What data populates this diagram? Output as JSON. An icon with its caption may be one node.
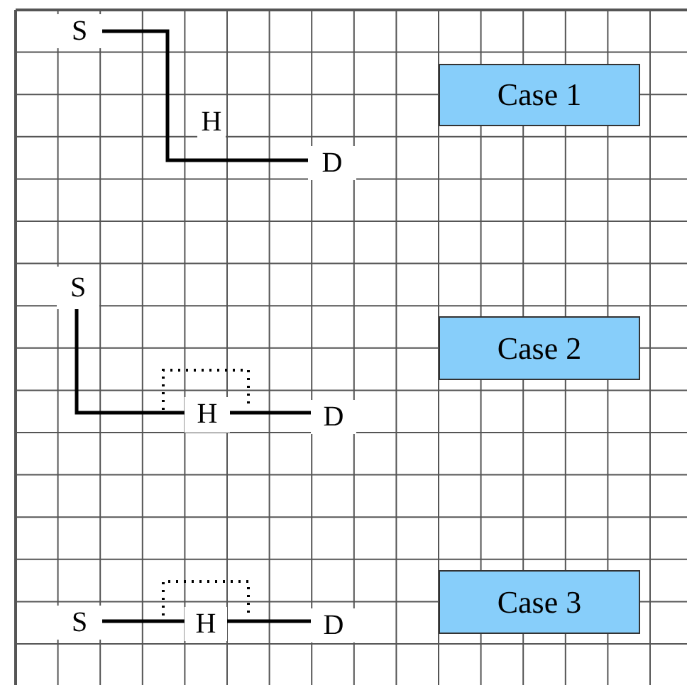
{
  "diagram": {
    "nodes": [
      {
        "text": [
          "S"
        ]
      },
      {
        "text": [
          "Case 1"
        ]
      },
      {
        "text": [
          "D"
        ]
      },
      {
        "text": [
          "S"
        ]
      },
      {
        "text": [
          "Case 2"
        ]
      },
      {
        "text": [
          "H"
        ]
      },
      {
        "text": [
          "D"
        ]
      },
      {
        "text": [
          "Case 3"
        ]
      },
      {
        "text": [
          "S"
        ]
      },
      {
        "text": [
          "H"
        ]
      },
      {
        "text": [
          "D"
        ]
      }
    ],
    "edges": [
      {
        "from": 0,
        "to": 2,
        "arrow": "none"
      },
      {
        "from": 3,
        "to": 5,
        "arrow": "none"
      },
      {
        "from": 5,
        "to": 6,
        "arrow": "none"
      },
      {
        "from": 8,
        "to": 9,
        "arrow": "none"
      },
      {
        "from": 9,
        "to": 10,
        "arrow": "none"
      }
    ],
    "labels": [
      "H"
    ]
  }
}
